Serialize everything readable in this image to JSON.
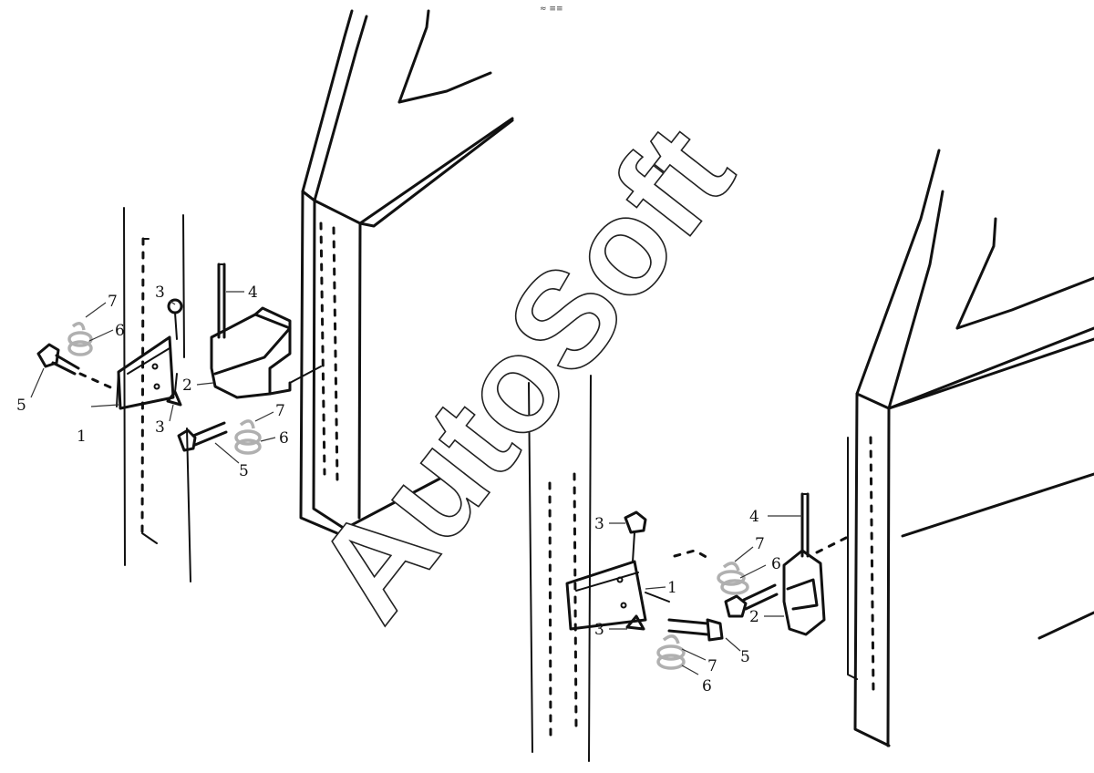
{
  "watermark": "AutoSoft",
  "top_mark": "≈ ≡≡",
  "left_assembly": {
    "labels": [
      {
        "id": "l-1",
        "text": "1"
      },
      {
        "id": "l-2",
        "text": "2"
      },
      {
        "id": "l-3a",
        "text": "3"
      },
      {
        "id": "l-3b",
        "text": "3"
      },
      {
        "id": "l-4",
        "text": "4"
      },
      {
        "id": "l-5a",
        "text": "5"
      },
      {
        "id": "l-5b",
        "text": "5"
      },
      {
        "id": "l-6a",
        "text": "6"
      },
      {
        "id": "l-6b",
        "text": "6"
      },
      {
        "id": "l-7a",
        "text": "7"
      },
      {
        "id": "l-7b",
        "text": "7"
      }
    ]
  },
  "right_assembly": {
    "labels": [
      {
        "id": "r-1",
        "text": "1"
      },
      {
        "id": "r-2",
        "text": "2"
      },
      {
        "id": "r-3a",
        "text": "3"
      },
      {
        "id": "r-3b",
        "text": "3"
      },
      {
        "id": "r-4",
        "text": "4"
      },
      {
        "id": "r-5",
        "text": "5"
      },
      {
        "id": "r-6a",
        "text": "6"
      },
      {
        "id": "r-6b",
        "text": "6"
      },
      {
        "id": "r-7a",
        "text": "7"
      },
      {
        "id": "r-7b",
        "text": "7"
      }
    ]
  }
}
